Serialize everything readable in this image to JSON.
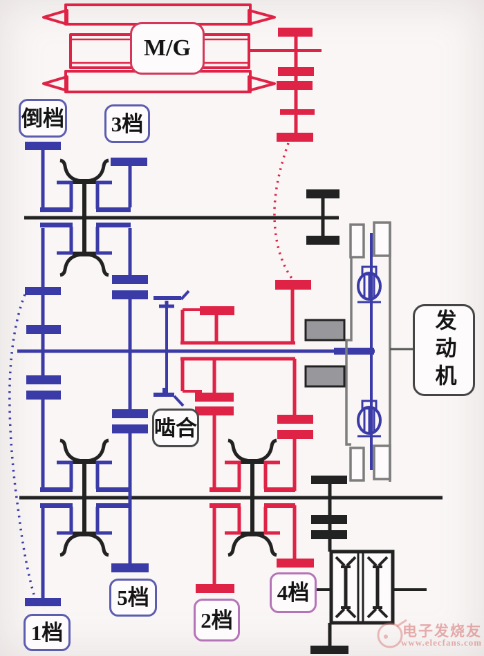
{
  "labels": {
    "motor": "M/G",
    "reverse": "倒档",
    "gear3": "3档",
    "mesh": "啮合",
    "gear5": "5档",
    "gear1": "1档",
    "gear2": "2档",
    "gear4": "4档",
    "engine": "发动机"
  },
  "watermark": {
    "brand": "电子发烧友",
    "url": "www.elecfans.com"
  },
  "colors": {
    "red": "#df2347",
    "blue": "#3b3ba8",
    "black": "#222222",
    "housing_gray": "#7d7d7d",
    "pad_gray": "#98989c",
    "label_blue_border": "#5d5db0",
    "label_pink_border": "#b574b8",
    "label_gray_border": "#4a4a4a",
    "mg_red_border": "#d4375a",
    "watermark_pink": "#d66e6e"
  }
}
